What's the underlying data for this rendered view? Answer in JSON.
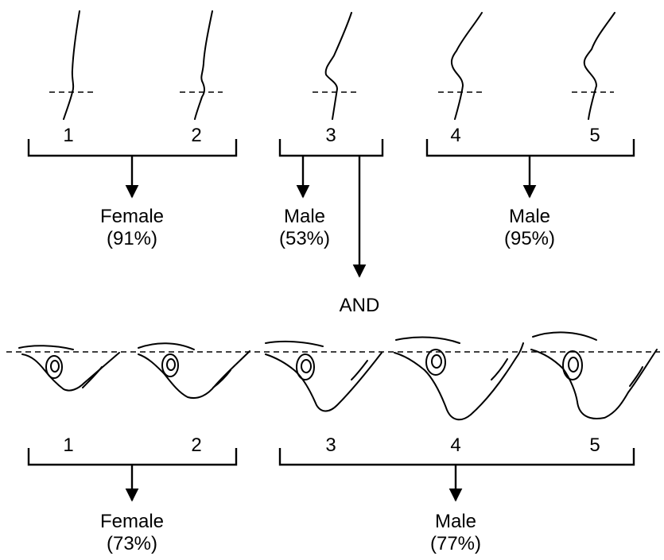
{
  "top": {
    "numbers": [
      "1",
      "2",
      "3",
      "4",
      "5"
    ],
    "outcomes": [
      {
        "label": "Female",
        "percent": "(91%)"
      },
      {
        "label": "Male",
        "percent": "(53%)"
      },
      {
        "label": "Male",
        "percent": "(95%)"
      }
    ]
  },
  "connector": "AND",
  "bottom": {
    "numbers": [
      "1",
      "2",
      "3",
      "4",
      "5"
    ],
    "outcomes": [
      {
        "label": "Female",
        "percent": "(73%)"
      },
      {
        "label": "Male",
        "percent": "(77%)"
      }
    ]
  }
}
